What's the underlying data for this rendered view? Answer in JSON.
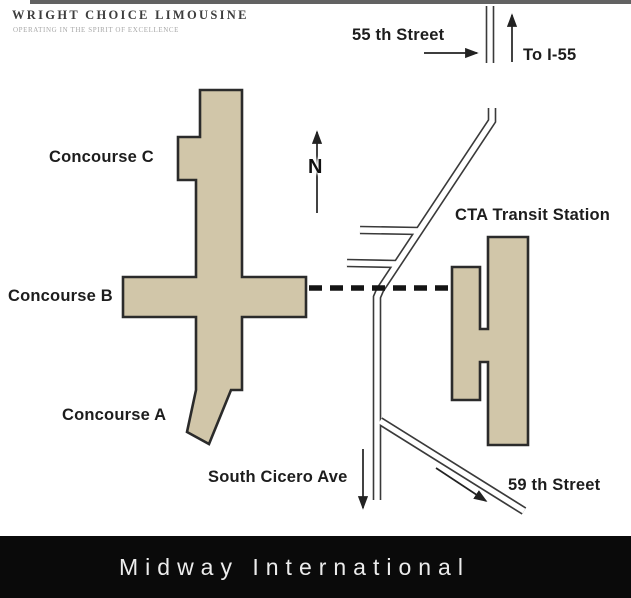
{
  "header": {
    "brand": "WRIGHT CHOICE LIMOUSINE",
    "tagline": "OPERATING IN THE SPIRIT OF EXCELLENCE"
  },
  "map": {
    "labels": {
      "street_55": "55 th Street",
      "to_i55": "To I-55",
      "north": "N",
      "concourse_c": "Concourse C",
      "concourse_b": "Concourse B",
      "concourse_a": "Concourse A",
      "cta_station": "CTA Transit Station",
      "south_cicero": "South Cicero Ave",
      "street_59": "59 th Street"
    },
    "colors": {
      "building_fill": "#d1c6a9",
      "building_stroke": "#2b2b2b",
      "road_line": "#3a3a3a",
      "dashed_route": "#141414",
      "footer_bg": "#0a0a0a",
      "footer_text": "#ececec"
    }
  },
  "footer": {
    "title": "Midway International"
  }
}
